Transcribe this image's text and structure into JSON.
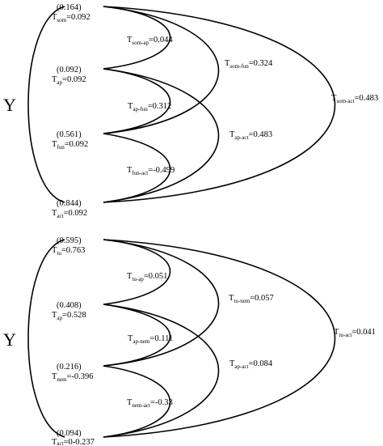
{
  "panels": [
    {
      "y_label": "Y",
      "nodes": [
        {
          "value": "(0.164)",
          "t_main": "T",
          "t_sub": "som",
          "t_eq": "=0.092"
        },
        {
          "value": "(0.092)",
          "t_main": "T",
          "t_sub": "ap",
          "t_eq": "=0.092"
        },
        {
          "value": "(0.561)",
          "t_main": "T",
          "t_sub": "fun",
          "t_eq": "=0.092"
        },
        {
          "value": "(0.844)",
          "t_main": "T",
          "t_sub": "act",
          "t_eq": "=0.092"
        }
      ],
      "edges": [
        {
          "main": "T",
          "sub": "som-ap",
          "eq": "=0.044"
        },
        {
          "main": "T",
          "sub": "ap-fun",
          "eq": "=0.312"
        },
        {
          "main": "T",
          "sub": "fun-act",
          "eq": "=-0.499"
        },
        {
          "main": "T",
          "sub": "som-fun",
          "eq": "=0.324"
        },
        {
          "main": "T",
          "sub": "ap-act",
          "eq": "=0.483"
        },
        {
          "main": "T",
          "sub": "som-act",
          "eq": "=0.483"
        }
      ]
    },
    {
      "y_label": "Y",
      "nodes": [
        {
          "value": "(0.595)",
          "t_main": "T",
          "t_sub": "tu",
          "t_eq": "=0.763"
        },
        {
          "value": "(0.408)",
          "t_main": "T",
          "t_sub": "ap",
          "t_eq": "=0.528"
        },
        {
          "value": "(0.216)",
          "t_main": "T",
          "t_sub": "nem",
          "t_eq": "=-0.396"
        },
        {
          "value": "(0.094)",
          "t_main": "T",
          "t_sub": "act",
          "t_eq": "=0-0.237"
        }
      ],
      "edges": [
        {
          "main": "T",
          "sub": "tu-ap",
          "eq": "=0.051"
        },
        {
          "main": "T",
          "sub": "ap-nem",
          "eq": "=0.111"
        },
        {
          "main": "T",
          "sub": "nem-act",
          "eq": "=-0.33"
        },
        {
          "main": "T",
          "sub": "tu-nem",
          "eq": "=0.057"
        },
        {
          "main": "T",
          "sub": "ap-act",
          "eq": "=0.084"
        },
        {
          "main": "T",
          "sub": "tu-act",
          "eq": "=0.041"
        }
      ]
    }
  ]
}
